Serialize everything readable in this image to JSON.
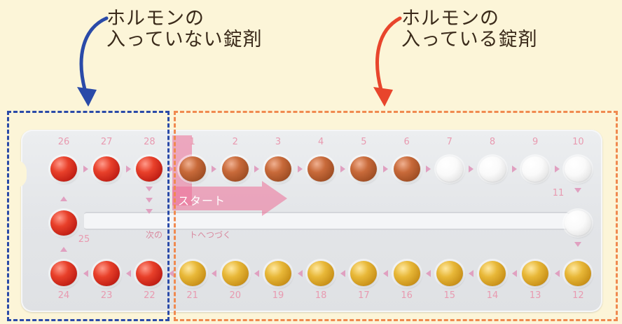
{
  "callouts": {
    "left": {
      "line1": "ホルモンの",
      "line2": "入っていない錠剤",
      "color": "#2a4aa8"
    },
    "right": {
      "line1": "ホルモンの",
      "line2": "入っている錠剤",
      "color": "#e8452c"
    }
  },
  "pack": {
    "start_label": "スタート",
    "next_label_a": "次の",
    "next_label_b": "トへつづく"
  },
  "pills": [
    {
      "day": "1",
      "kind": "brown"
    },
    {
      "day": "2",
      "kind": "brown"
    },
    {
      "day": "3",
      "kind": "brown"
    },
    {
      "day": "4",
      "kind": "brown"
    },
    {
      "day": "5",
      "kind": "brown"
    },
    {
      "day": "6",
      "kind": "brown"
    },
    {
      "day": "7",
      "kind": "white"
    },
    {
      "day": "8",
      "kind": "white"
    },
    {
      "day": "9",
      "kind": "white"
    },
    {
      "day": "10",
      "kind": "white"
    },
    {
      "day": "11",
      "kind": "white"
    },
    {
      "day": "12",
      "kind": "gold"
    },
    {
      "day": "13",
      "kind": "gold"
    },
    {
      "day": "14",
      "kind": "gold"
    },
    {
      "day": "15",
      "kind": "gold"
    },
    {
      "day": "16",
      "kind": "gold"
    },
    {
      "day": "17",
      "kind": "gold"
    },
    {
      "day": "18",
      "kind": "gold"
    },
    {
      "day": "19",
      "kind": "gold"
    },
    {
      "day": "20",
      "kind": "gold"
    },
    {
      "day": "21",
      "kind": "gold"
    },
    {
      "day": "22",
      "kind": "red"
    },
    {
      "day": "23",
      "kind": "red"
    },
    {
      "day": "24",
      "kind": "red"
    },
    {
      "day": "25",
      "kind": "red"
    },
    {
      "day": "26",
      "kind": "red"
    },
    {
      "day": "27",
      "kind": "red"
    },
    {
      "day": "28",
      "kind": "red"
    }
  ],
  "colors": {
    "background": "#fcf5d8",
    "inactive_box": "#2a4aa8",
    "active_box": "#f08a50",
    "day_number": "#e89ab0"
  }
}
